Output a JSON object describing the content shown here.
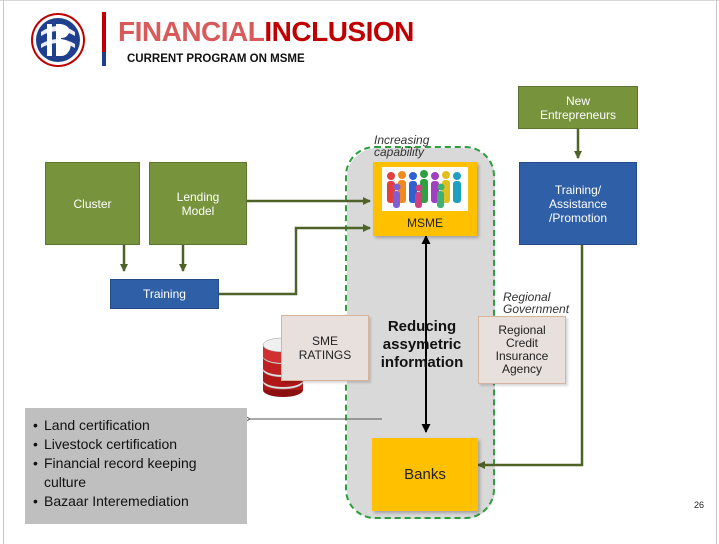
{
  "header": {
    "title_part1": "FINANCIAL",
    "title_part2": "INCLUSION",
    "subtitle": "CURRENT PROGRAM ON MSME"
  },
  "boxes": {
    "cluster": "Cluster",
    "lending_model_line1": "Lending",
    "lending_model_line2": "Model",
    "training": "Training",
    "msme": "MSME",
    "new_entrepreneurs_line1": "New",
    "new_entrepreneurs_line2": "Entrepreneurs",
    "training_assistance_line1": "Training/",
    "training_assistance_line2": "Assistance",
    "training_assistance_line3": "/Promotion",
    "sme_ratings_line1": "SME",
    "sme_ratings_line2": "RATINGS",
    "regional_agency_line1": "Regional",
    "regional_agency_line2": "Credit",
    "regional_agency_line3": "Insurance",
    "regional_agency_line4": "Agency",
    "banks": "Banks"
  },
  "labels": {
    "increasing_line1": "Increasing",
    "increasing_line2": "capability",
    "regional_gov_line1": "Regional",
    "regional_gov_line2": "Government",
    "reducing_line1": "Reducing",
    "reducing_line2": "assymetric",
    "reducing_line3": "information"
  },
  "bullets": [
    "Land certification",
    "Livestock certification",
    "Financial record keeping culture",
    "Bazaar Interemediation"
  ],
  "page_number": "26",
  "colors": {
    "green": "#77933c",
    "blue": "#2f5fa7",
    "yellow": "#ffc000",
    "title_red": "#c00000",
    "dashed_border": "#2e9e3e",
    "arrow_green": "#4f6228"
  }
}
